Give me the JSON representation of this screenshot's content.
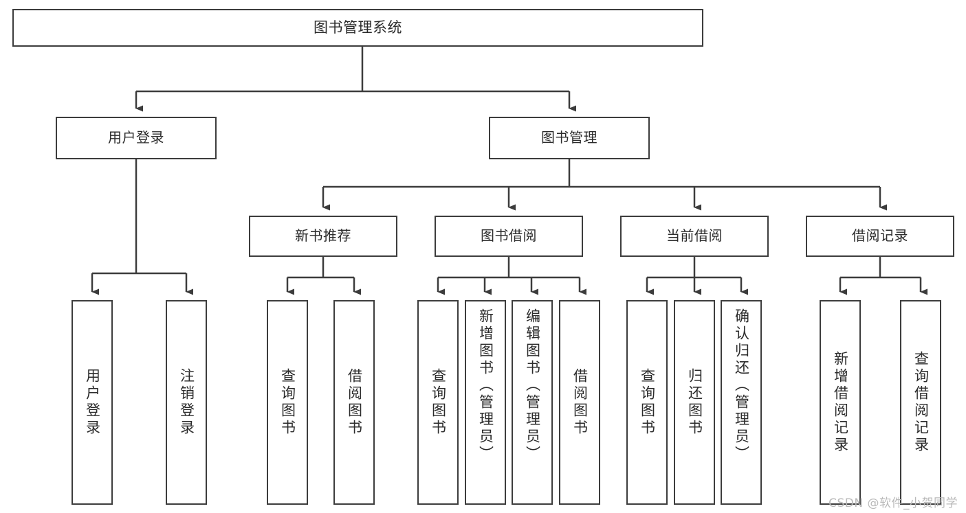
{
  "diagram": {
    "title": "图书管理系统",
    "type": "tree",
    "style": {
      "border_color": "#3c3c3c",
      "fill_color": "#ffffff",
      "text_color": "#2b2b2b",
      "background": "#ffffff",
      "watermark_color": "#b9b9b9"
    },
    "root": {
      "label": "图书管理系统"
    },
    "level2": [
      {
        "label": "用户登录"
      },
      {
        "label": "图书管理"
      }
    ],
    "level3": [
      {
        "label": "新书推荐"
      },
      {
        "label": "图书借阅"
      },
      {
        "label": "当前借阅"
      },
      {
        "label": "借阅记录"
      }
    ],
    "leaves": {
      "user_login": [
        {
          "label": "用户登录"
        },
        {
          "label": "注销登录"
        }
      ],
      "new_book": [
        {
          "label": "查询图书"
        },
        {
          "label": "借阅图书"
        }
      ],
      "borrow_book": [
        {
          "label": "查询图书"
        },
        {
          "label": "新增图书（管理员）"
        },
        {
          "label": "编辑图书（管理员）"
        },
        {
          "label": "借阅图书"
        }
      ],
      "current_borrow": [
        {
          "label": "查询图书"
        },
        {
          "label": "归还图书"
        },
        {
          "label": "确认归还（管理员）"
        }
      ],
      "borrow_record": [
        {
          "label": "新增借阅记录"
        },
        {
          "label": "查询借阅记录"
        }
      ]
    },
    "watermark": "CSDN @软件_小贺同学"
  }
}
